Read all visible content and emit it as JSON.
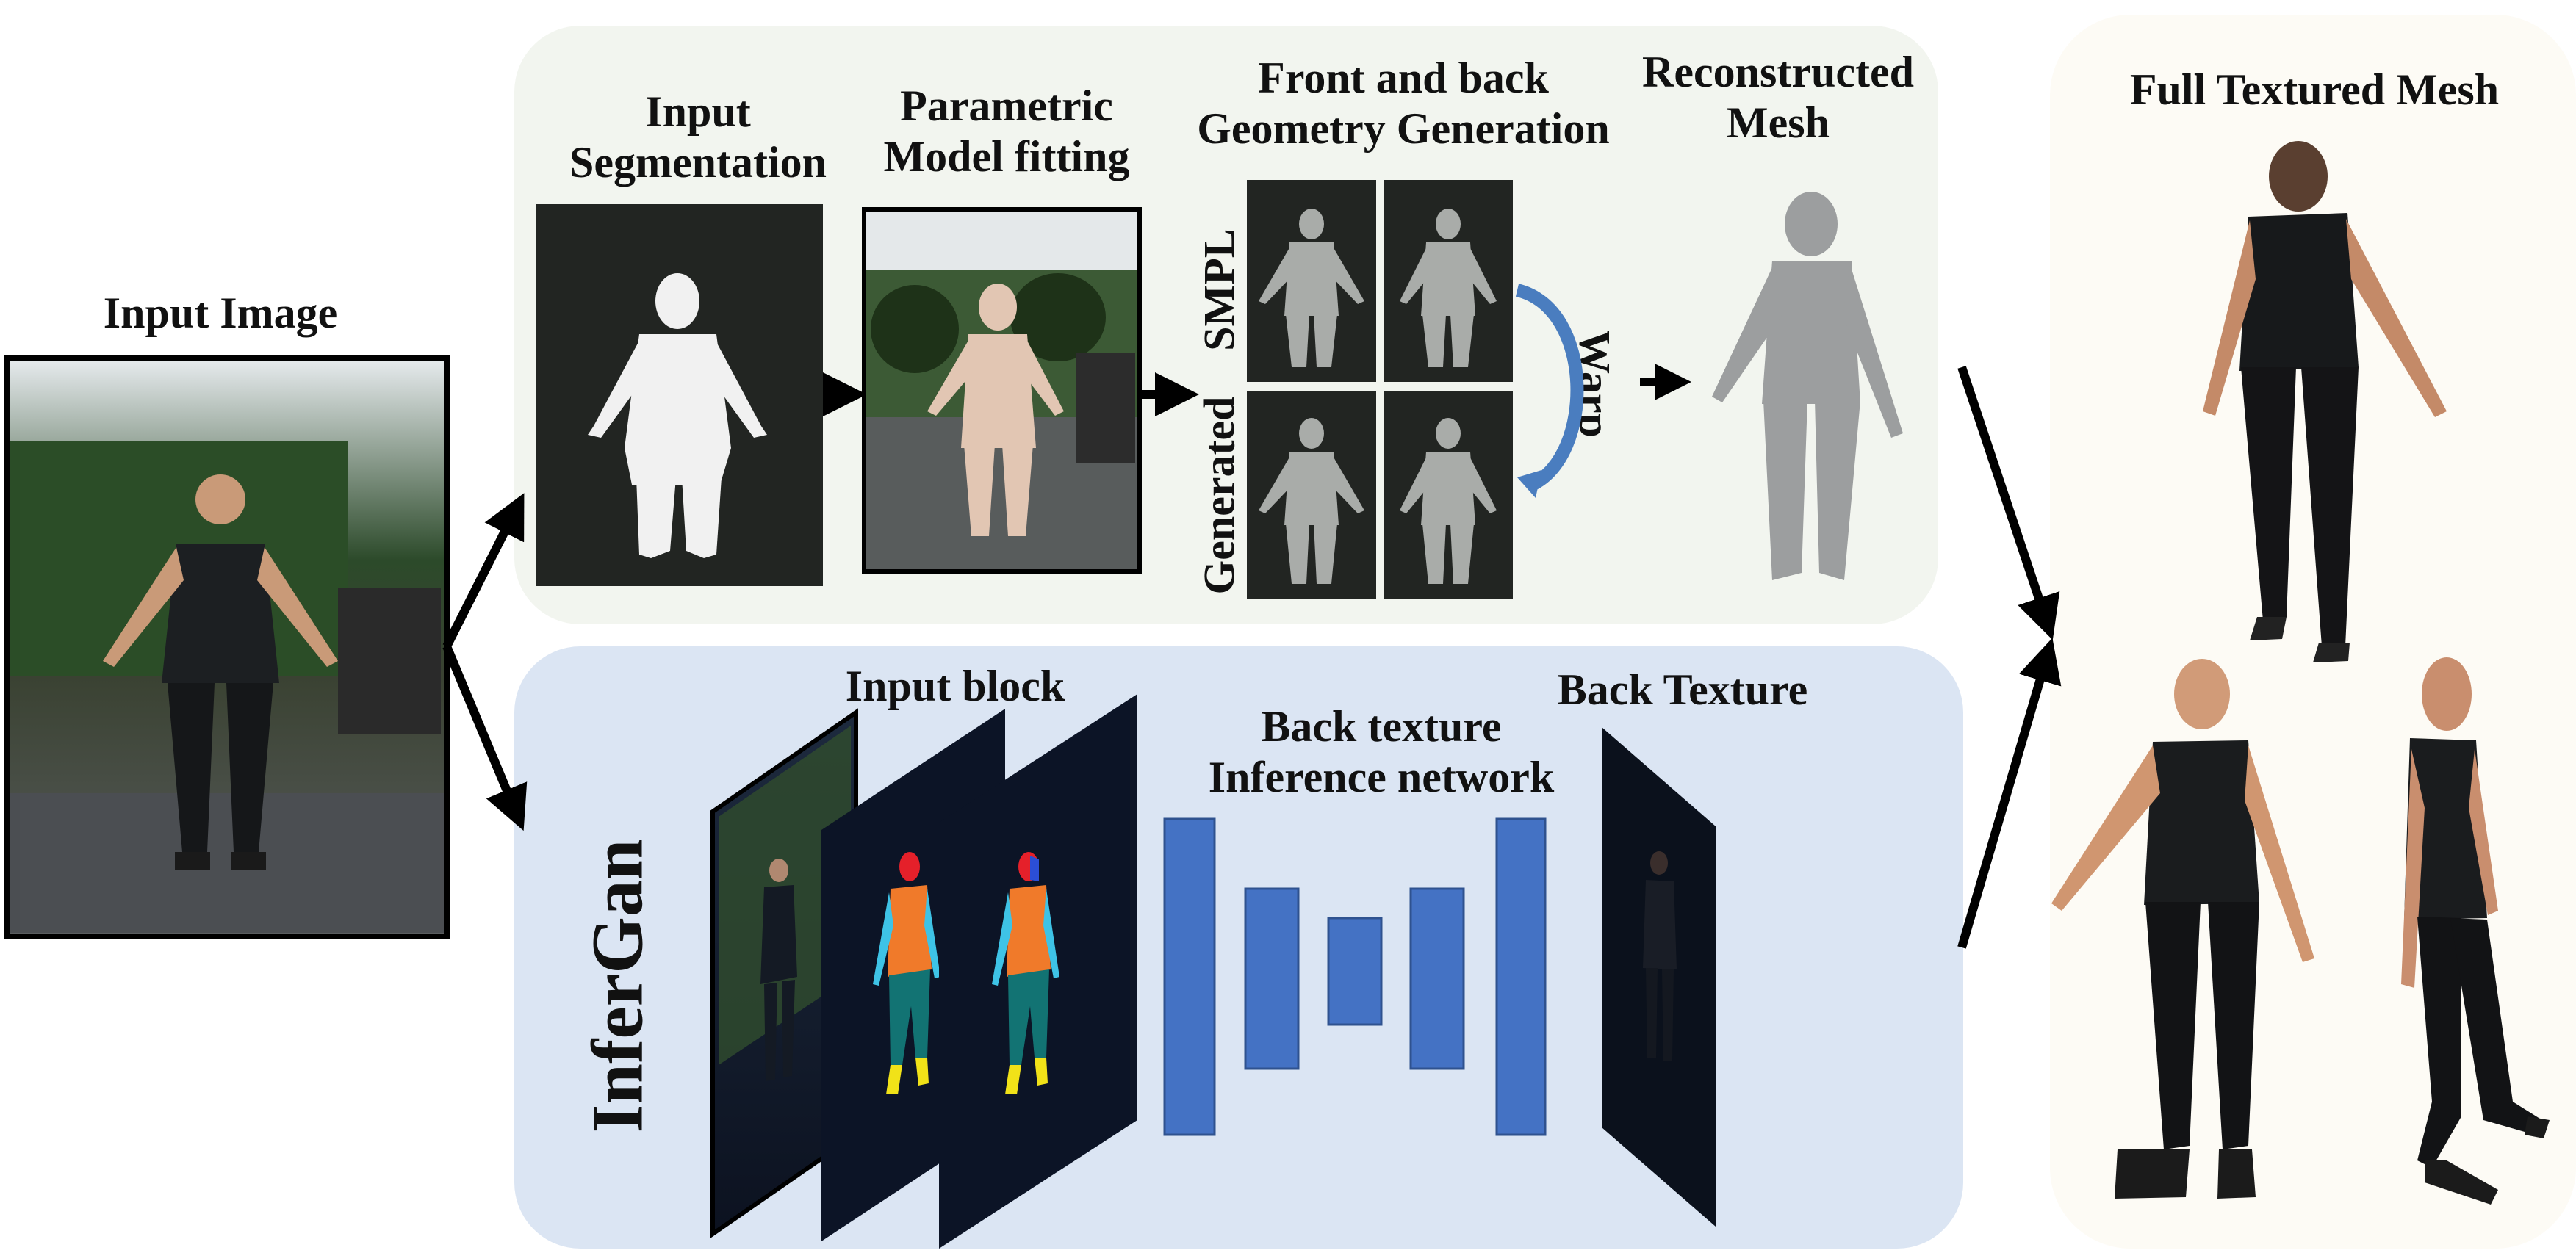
{
  "labels": {
    "input_image": "Input Image",
    "input_segmentation_1": "Input",
    "input_segmentation_2": "Segmentation",
    "parametric_1": "Parametric",
    "parametric_2": "Model fitting",
    "front_back_1": "Front and back",
    "front_back_2": "Geometry Generation",
    "reconstructed_1": "Reconstructed",
    "reconstructed_2": "Mesh",
    "smpl": "SMPL",
    "generated": "Generated",
    "warp": "Warp",
    "full_textured_mesh": "Full Textured Mesh",
    "input_block": "Input block",
    "back_texture_net_1": "Back texture",
    "back_texture_net_2": "Inference network",
    "back_texture": "Back Texture",
    "infergan": "InferGan"
  },
  "colors": {
    "top_panel": "#f2f5ef",
    "bottom_panel": "#dbe5f3",
    "right_panel": "#fdfbf5",
    "unet_block": "#4472c4",
    "warp_arrow": "#4a7dbf",
    "dark_bg": "#222522",
    "parsing_head": "#e5202a",
    "parsing_torso": "#f07a2a",
    "parsing_arm": "#3ec3e6",
    "parsing_leg": "#127373",
    "parsing_foot": "#f1e218"
  }
}
